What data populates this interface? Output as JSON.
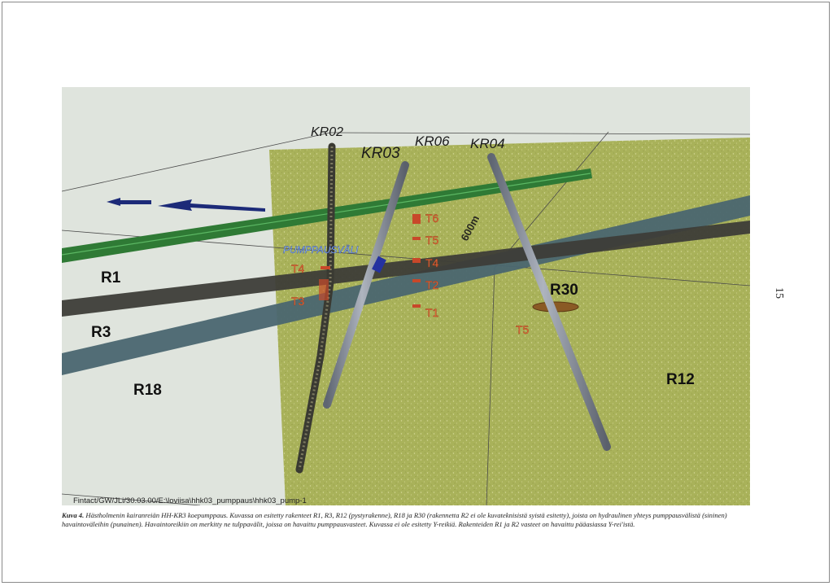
{
  "figure": {
    "boreholes": {
      "kr02": "KR02",
      "kr03": "KR03",
      "kr06": "KR06",
      "kr04": "KR04"
    },
    "zones": {
      "r1": "R1",
      "r3": "R3",
      "r18": "R18",
      "r12": "R12",
      "r30": "R30"
    },
    "pumping_section_label": "PUMPPAUSVÄLI",
    "packer_labels": {
      "kr02_t4": "T4",
      "kr02_t3": "T3",
      "kr06_t6": "T6",
      "kr06_t5": "T5",
      "kr06_t4": "T4",
      "kr06_t2": "T2",
      "kr06_t1": "T1",
      "kr04_t5": "T5"
    },
    "north_label": "600m",
    "file_path": "Fintact/GW/JLi/30.03.00/E:\\loviisa\\hhk03_pumppaus\\hhk03_pump-1",
    "colors": {
      "plane_r12": "#a9b25a",
      "background": "#dfe4dd",
      "zone_r1": "#2f7a35",
      "zone_r3": "#3d3d38",
      "zone_r18": "#4a6670",
      "zone_r30": "#8a5a25",
      "borehole": "#8d94a0",
      "packer": "#c8482a",
      "pump_interval": "#2532a0"
    }
  },
  "page_number": "15",
  "caption": {
    "label": "Kuva 4.",
    "text": "Hästholmenin kairanreiän HH-KR3 koepumppaus. Kuvassa on esitetty rakenteet R1, R3, R12 (pystyrakenne), R18 ja R30 (rakennetta R2 ei ole kuvateknisistä syistä esitetty), joista on hydraulinen yhteys pumppausvälistä (sininen) havaintoväleihin (punainen). Havaintoreikiin on merkitty ne tulppavälit, joissa on havaittu pumppausvasteet. Kuvassa ei ole esitetty Y-reikiä. Rakenteiden R1 ja R2 vasteet on havaittu pääasiassa Y-rei'istä."
  }
}
